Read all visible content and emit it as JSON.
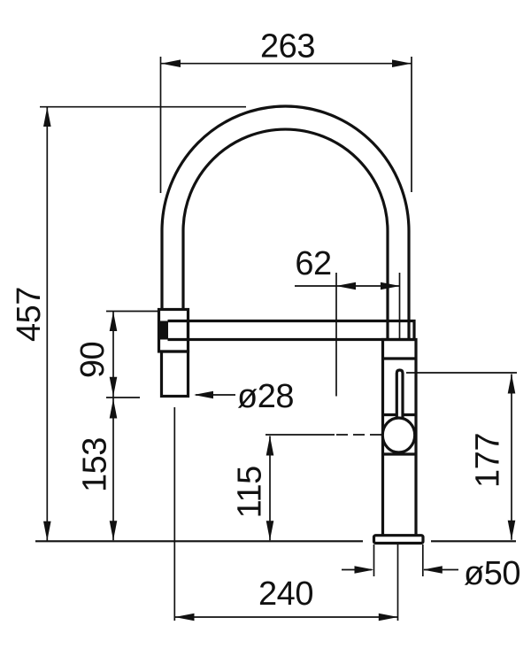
{
  "drawing": {
    "background": "#ffffff",
    "line_color": "#111111",
    "labels": {
      "spout_width": "263",
      "overall_height": "457",
      "outlet_offset": "62",
      "spray_head_length": "90",
      "head_to_counter": "153",
      "pivot_height": "115",
      "lever_height": "177",
      "head_diameter": "ø28",
      "base_diameter": "ø50",
      "reach": "240"
    }
  }
}
